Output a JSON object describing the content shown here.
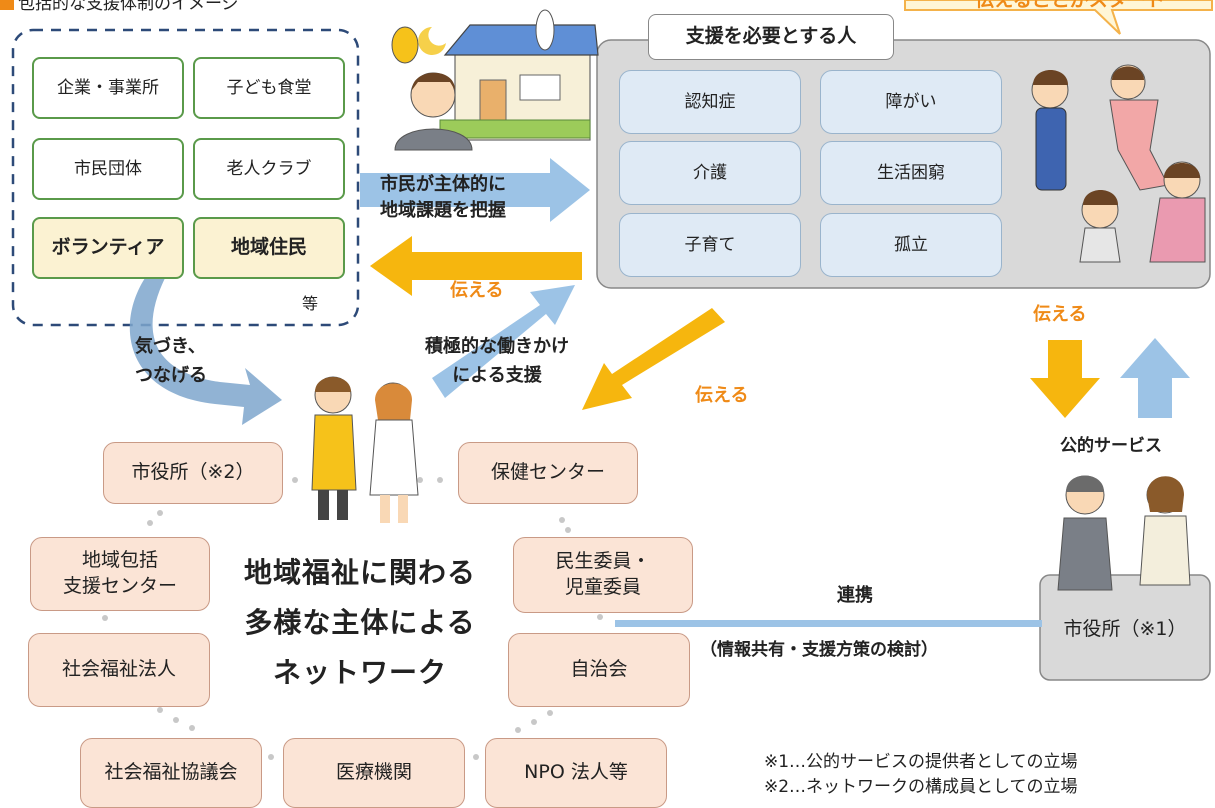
{
  "header": {
    "title": "包括的な支援体制のイメージ",
    "callout": "伝えることがスタート"
  },
  "community": {
    "items": [
      "企業・事業所",
      "子ども食堂",
      "市民団体",
      "老人クラブ"
    ],
    "highlight": [
      "ボランティア",
      "地域住民"
    ],
    "etc": "等"
  },
  "need_support": {
    "title": "支援を必要とする人",
    "items": [
      "認知症",
      "障がい",
      "介護",
      "生活困窮",
      "子育て",
      "孤立"
    ]
  },
  "arrows": {
    "grasp": "市民が主体的に\n地域課題を把握",
    "tell_1": "伝える",
    "notice": "気づき、\nつなげる",
    "outreach": "積極的な働きかけ\nによる支援",
    "tell_2": "伝える",
    "tell_3": "伝える"
  },
  "public": {
    "title": "公的サービス",
    "office": "市役所（※1）"
  },
  "network": {
    "center": "地域福祉に関わる\n多様な主体による\nネットワーク",
    "nodes": {
      "city_office": "市役所（※2）",
      "health_center": "保健センター",
      "regional_center": "地域包括\n支援センター",
      "commissioners": "民生委員・\n児童委員",
      "welfare_corp": "社会福祉法人",
      "neighborhood": "自治会",
      "welfare_council": "社会福祉協議会",
      "medical": "医療機関",
      "npo": "NPO 法人等"
    }
  },
  "link": {
    "title": "連携",
    "subtitle": "（情報共有・支援方策の検討）"
  },
  "notes": [
    "※1…公的サービスの提供者としての立場",
    "※2…ネットワークの構成員としての立場"
  ],
  "colors": {
    "orange": "#f6b60e",
    "blue_arrow": "#9cc3e6",
    "dots": "#c8c8c8",
    "accent": "#ef8a17"
  }
}
